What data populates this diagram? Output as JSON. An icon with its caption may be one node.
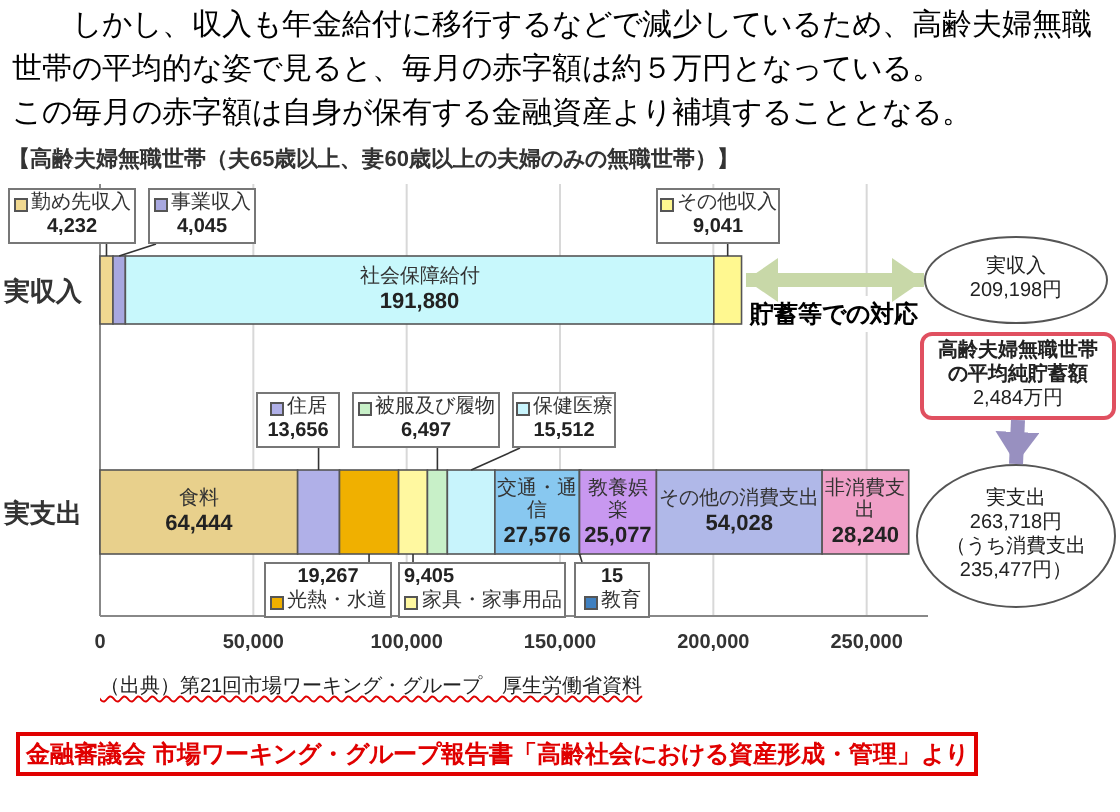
{
  "diagram": {
    "nodes": [
      {
        "text": [
          "実収入",
          "209,198円"
        ]
      },
      {
        "text": [
          "高齢夫婦無職世帯の平均純貯蓄額",
          "2,484万円"
        ]
      },
      {
        "text": [
          "実支出",
          "263,718円",
          "（うち消費支出235,477円）"
        ]
      }
    ],
    "edges": [
      {
        "from": null,
        "to": 0,
        "arrow": "both",
        "label": "貯蓄等での対応",
        "color": "#c8d8a8"
      },
      {
        "from": 1,
        "to": 2,
        "arrow": "to",
        "color": "#9890c0"
      }
    ],
    "labels": [
      "しかし、収入も年金給付に移行するなどで減少しているため、高齢夫婦無職世帯の平均的な姿で見ると、毎月の赤字額は約５万円となっている。",
      "この毎月の赤字額は自身が保有する金融資産より補填することとなる。",
      "（出典）第21回市場ワーキング・グループ　厚生労働省資料",
      "金融審議会 市場ワーキング・グループ報告書「高齢社会における資産形成・管理」より"
    ],
    "chart_data": {
      "type": "bar",
      "title": "【高齢夫婦無職世帯（夫65歳以上、妻60歳以上の夫婦のみの無職世帯）】",
      "orientation": "horizontal",
      "stacked": true,
      "grid": true,
      "xlim": [
        0,
        270000
      ],
      "legend": true,
      "categories": [
        "実収入",
        "実支出"
      ],
      "xticks": [
        {
          "value": 0,
          "label": "0"
        },
        {
          "value": 50000,
          "label": "50,000"
        },
        {
          "value": 100000,
          "label": "100,000"
        },
        {
          "value": 150000,
          "label": "150,000"
        },
        {
          "value": 200000,
          "label": "200,000"
        },
        {
          "value": 250000,
          "label": "250,000"
        }
      ],
      "series": [
        {
          "name": "勤め先収入",
          "color": "#f0d890",
          "values": [
            4232,
            null
          ],
          "value_labels": [
            "4,232",
            null
          ]
        },
        {
          "name": "事業収入",
          "color": "#a8a8e0",
          "values": [
            4045,
            null
          ],
          "value_labels": [
            "4,045",
            null
          ]
        },
        {
          "name": "社会保障給付",
          "color": "#c8f8fc",
          "values": [
            191880,
            null
          ],
          "value_labels": [
            "191,880",
            null
          ]
        },
        {
          "name": "その他収入",
          "color": "#fff890",
          "values": [
            9041,
            null
          ],
          "value_labels": [
            "9,041",
            null
          ]
        },
        {
          "name": "食料",
          "color": "#e8d08c",
          "values": [
            null,
            64444
          ],
          "value_labels": [
            null,
            "64,444"
          ]
        },
        {
          "name": "住居",
          "color": "#b0b0e8",
          "values": [
            null,
            13656
          ],
          "value_labels": [
            null,
            "13,656"
          ]
        },
        {
          "name": "光熱・水道",
          "color": "#f0b000",
          "values": [
            null,
            19267
          ],
          "value_labels": [
            null,
            "19,267"
          ]
        },
        {
          "name": "家具・家事用品",
          "color": "#fff8a0",
          "values": [
            null,
            9405
          ],
          "value_labels": [
            null,
            "9,405"
          ]
        },
        {
          "name": "被服及び履物",
          "color": "#c8f0c8",
          "values": [
            null,
            6497
          ],
          "value_labels": [
            null,
            "6,497"
          ]
        },
        {
          "name": "保健医療",
          "color": "#c8f4fc",
          "values": [
            null,
            15512
          ],
          "value_labels": [
            null,
            "15,512"
          ]
        },
        {
          "name": "交通・通信",
          "color": "#88c8f0",
          "values": [
            null,
            27576
          ],
          "value_labels": [
            null,
            "27,576"
          ]
        },
        {
          "name": "教育",
          "color": "#4080c0",
          "values": [
            null,
            15
          ],
          "value_labels": [
            null,
            "15"
          ]
        },
        {
          "name": "教養娯楽",
          "color": "#c898f0",
          "values": [
            null,
            25077
          ],
          "value_labels": [
            null,
            "25,077"
          ]
        },
        {
          "name": "その他の消費支出",
          "color": "#b0b8e8",
          "values": [
            null,
            54028
          ],
          "value_labels": [
            null,
            "54,028"
          ]
        },
        {
          "name": "非消費支出",
          "color": "#f0a0c8",
          "values": [
            null,
            28240
          ],
          "value_labels": [
            null,
            "28,240"
          ]
        }
      ]
    }
  }
}
